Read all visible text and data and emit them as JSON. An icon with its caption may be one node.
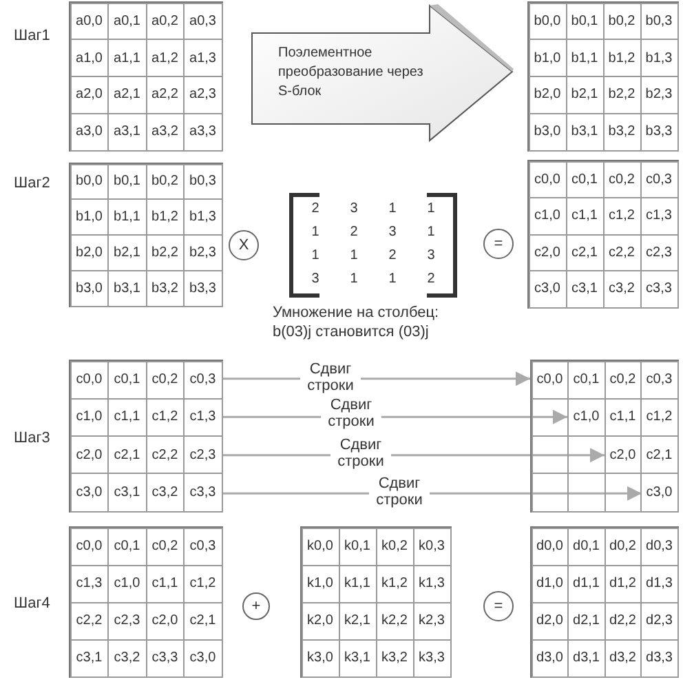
{
  "diagram": {
    "nodes": [
      {
        "text": [
          "a0,0",
          "a0,1",
          "a0,2",
          "a0,3",
          "a1,0",
          "a1,1",
          "a1,2",
          "a1,3",
          "a2,0",
          "a2,1",
          "a2,2",
          "a2,3",
          "a3,0",
          "a3,1",
          "a3,2",
          "a3,3"
        ]
      },
      {
        "text": [
          "Поэлементное преобразование через S-блок"
        ]
      },
      {
        "text": [
          "b0,0",
          "b0,1",
          "b0,2",
          "b0,3",
          "b1,0",
          "b1,1",
          "b1,2",
          "b1,3",
          "b2,0",
          "b2,1",
          "b2,2",
          "b2,3",
          "b3,0",
          "b3,1",
          "b3,2",
          "b3,3"
        ]
      },
      {
        "text": [
          "b0,0",
          "b0,1",
          "b0,2",
          "b0,3",
          "b1,0",
          "b1,1",
          "b1,2",
          "b1,3",
          "b2,0",
          "b2,1",
          "b2,2",
          "b2,3",
          "b3,0",
          "b3,1",
          "b3,2",
          "b3,3"
        ]
      },
      {
        "text": [
          "X"
        ]
      },
      {
        "text": [
          "2",
          "3",
          "1",
          "1",
          "1",
          "2",
          "3",
          "1",
          "1",
          "1",
          "2",
          "3",
          "3",
          "1",
          "1",
          "2"
        ],
        "beside": [
          "Умножение на столбец: b(03)j становится (03)j"
        ]
      },
      {
        "text": [
          "="
        ]
      },
      {
        "text": [
          "c0,0",
          "c0,1",
          "c0,2",
          "c0,3",
          "c1,0",
          "c1,1",
          "c1,2",
          "c1,3",
          "c2,0",
          "c2,1",
          "c2,2",
          "c2,3",
          "c3,0",
          "c3,1",
          "c3,2",
          "c3,3"
        ]
      },
      {
        "text": [
          "c0,0",
          "c0,1",
          "c0,2",
          "c0,3",
          "c1,0",
          "c1,1",
          "c1,2",
          "c1,3",
          "c2,0",
          "c2,1",
          "c2,2",
          "c2,3",
          "c3,0",
          "c3,1",
          "c3,2",
          "c3,3"
        ]
      },
      {
        "text": [
          "c0,0",
          "c0,1",
          "c0,2",
          "c0,3",
          "c1,0",
          "c1,1",
          "c1,2",
          "c2,0",
          "c2,1",
          "c3,0"
        ]
      },
      {
        "text": [
          "c0,0",
          "c0,1",
          "c0,2",
          "c0,3",
          "c1,3",
          "c1,0",
          "c1,1",
          "c1,2",
          "c2,2",
          "c2,3",
          "c2,0",
          "c2,1",
          "c3,1",
          "c3,2",
          "c3,3",
          "c3,0"
        ]
      },
      {
        "text": [
          "+"
        ]
      },
      {
        "text": [
          "k0,0",
          "k0,1",
          "k0,2",
          "k0,3",
          "k1,0",
          "k1,1",
          "k1,2",
          "k1,3",
          "k2,0",
          "k2,1",
          "k2,2",
          "k2,3",
          "k3,0",
          "k3,1",
          "k3,2",
          "k3,3"
        ]
      },
      {
        "text": [
          "="
        ]
      },
      {
        "text": [
          "d0,0",
          "d0,1",
          "d0,2",
          "d0,3",
          "d1,0",
          "d1,1",
          "d1,2",
          "d1,3",
          "d2,0",
          "d2,1",
          "d2,2",
          "d2,3",
          "d3,0",
          "d3,1",
          "d3,2",
          "d3,3"
        ]
      }
    ],
    "edges": [
      {
        "from": 8,
        "to": 9,
        "arrow": "to",
        "label": "Сдвиг строки"
      },
      {
        "from": 8,
        "to": 9,
        "arrow": "to",
        "label": "Сдвиг строки"
      },
      {
        "from": 8,
        "to": 9,
        "arrow": "to",
        "label": "Сдвиг строки"
      },
      {
        "from": 8,
        "to": 9,
        "arrow": "to",
        "label": "Сдвиг строки"
      }
    ],
    "labels": [
      "Шаг1",
      "Шаг2",
      "Шаг3",
      "Шаг4"
    ]
  }
}
